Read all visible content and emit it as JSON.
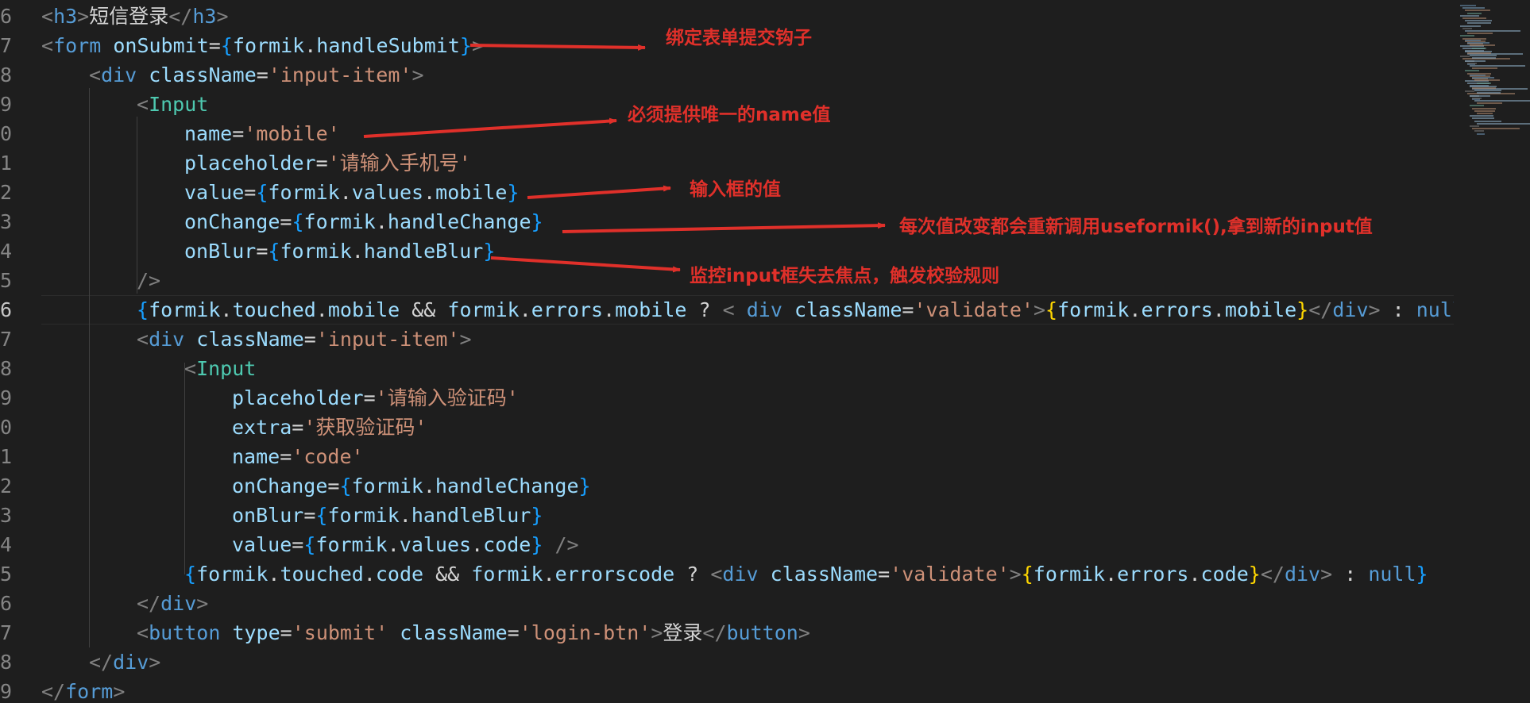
{
  "editor": {
    "lines": [
      {
        "n": "6",
        "tokens": [
          [
            "<",
            "t-br"
          ],
          [
            "h3",
            "t-tag"
          ],
          [
            ">",
            "t-br"
          ],
          [
            "短信登录",
            "t-txt"
          ],
          [
            "</",
            "t-br"
          ],
          [
            "h3",
            "t-tag"
          ],
          [
            ">",
            "t-br"
          ]
        ]
      },
      {
        "n": "7",
        "tokens": [
          [
            "<",
            "t-br"
          ],
          [
            "form",
            "t-tag"
          ],
          [
            " ",
            "t-txt"
          ],
          [
            "onSubmit",
            "t-attr"
          ],
          [
            "=",
            "t-txt"
          ],
          [
            "{",
            "t-b3"
          ],
          [
            "formik",
            "t-var"
          ],
          [
            ".",
            "t-txt"
          ],
          [
            "handleSubmit",
            "t-var"
          ],
          [
            "}",
            "t-b3"
          ],
          [
            ">",
            "t-br"
          ]
        ]
      },
      {
        "n": "8",
        "tokens": [
          [
            "<",
            "t-br"
          ],
          [
            "div",
            "t-tag"
          ],
          [
            " ",
            "t-txt"
          ],
          [
            "className",
            "t-attr"
          ],
          [
            "=",
            "t-txt"
          ],
          [
            "'input-item'",
            "t-str"
          ],
          [
            ">",
            "t-br"
          ]
        ]
      },
      {
        "n": "9",
        "tokens": [
          [
            "<",
            "t-br"
          ],
          [
            "Input",
            "t-comp"
          ]
        ]
      },
      {
        "n": "0",
        "tokens": [
          [
            "name",
            "t-attr"
          ],
          [
            "=",
            "t-txt"
          ],
          [
            "'mobile'",
            "t-str"
          ]
        ]
      },
      {
        "n": "1",
        "tokens": [
          [
            "placeholder",
            "t-attr"
          ],
          [
            "=",
            "t-txt"
          ],
          [
            "'请输入手机号'",
            "t-str"
          ]
        ]
      },
      {
        "n": "2",
        "tokens": [
          [
            "value",
            "t-attr"
          ],
          [
            "=",
            "t-txt"
          ],
          [
            "{",
            "t-b3"
          ],
          [
            "formik",
            "t-var"
          ],
          [
            ".",
            "t-txt"
          ],
          [
            "values",
            "t-var"
          ],
          [
            ".",
            "t-txt"
          ],
          [
            "mobile",
            "t-var"
          ],
          [
            "}",
            "t-b3"
          ]
        ]
      },
      {
        "n": "3",
        "tokens": [
          [
            "onChange",
            "t-attr"
          ],
          [
            "=",
            "t-txt"
          ],
          [
            "{",
            "t-b3"
          ],
          [
            "formik",
            "t-var"
          ],
          [
            ".",
            "t-txt"
          ],
          [
            "handleChange",
            "t-var"
          ],
          [
            "}",
            "t-b3"
          ]
        ]
      },
      {
        "n": "4",
        "tokens": [
          [
            "onBlur",
            "t-attr"
          ],
          [
            "=",
            "t-txt"
          ],
          [
            "{",
            "t-b3"
          ],
          [
            "formik",
            "t-var"
          ],
          [
            ".",
            "t-txt"
          ],
          [
            "handleBlur",
            "t-var"
          ],
          [
            "}",
            "t-b3"
          ]
        ]
      },
      {
        "n": "5",
        "tokens": [
          [
            "/>",
            "t-br"
          ]
        ]
      },
      {
        "n": "6",
        "current": true,
        "tokens": [
          [
            "{",
            "t-b3"
          ],
          [
            "formik",
            "t-var"
          ],
          [
            ".",
            "t-txt"
          ],
          [
            "touched",
            "t-var"
          ],
          [
            ".",
            "t-txt"
          ],
          [
            "mobile",
            "t-var"
          ],
          [
            " && ",
            "t-txt"
          ],
          [
            "formik",
            "t-var"
          ],
          [
            ".",
            "t-txt"
          ],
          [
            "errors",
            "t-var"
          ],
          [
            ".",
            "t-txt"
          ],
          [
            "mobile",
            "t-var"
          ],
          [
            " ? ",
            "t-txt"
          ],
          [
            "< ",
            "t-br"
          ],
          [
            "div",
            "t-tag"
          ],
          [
            " ",
            "t-txt"
          ],
          [
            "className",
            "t-attr"
          ],
          [
            "=",
            "t-txt"
          ],
          [
            "'validate'",
            "t-str"
          ],
          [
            ">",
            "t-br"
          ],
          [
            "{",
            "t-b1"
          ],
          [
            "formik",
            "t-var"
          ],
          [
            ".",
            "t-txt"
          ],
          [
            "errors",
            "t-var"
          ],
          [
            ".",
            "t-txt"
          ],
          [
            "mobile",
            "t-var"
          ],
          [
            "}",
            "t-b1"
          ],
          [
            "</",
            "t-br"
          ],
          [
            "div",
            "t-tag"
          ],
          [
            ">",
            "t-br"
          ],
          [
            " : ",
            "t-txt"
          ],
          [
            "null",
            "t-kw"
          ]
        ]
      },
      {
        "n": "7",
        "tokens": [
          [
            "<",
            "t-br"
          ],
          [
            "div",
            "t-tag"
          ],
          [
            " ",
            "t-txt"
          ],
          [
            "className",
            "t-attr"
          ],
          [
            "=",
            "t-txt"
          ],
          [
            "'input-item'",
            "t-str"
          ],
          [
            ">",
            "t-br"
          ]
        ]
      },
      {
        "n": "8",
        "tokens": [
          [
            "<",
            "t-br"
          ],
          [
            "Input",
            "t-comp"
          ]
        ]
      },
      {
        "n": "9",
        "tokens": [
          [
            "placeholder",
            "t-attr"
          ],
          [
            "=",
            "t-txt"
          ],
          [
            "'请输入验证码'",
            "t-str"
          ]
        ]
      },
      {
        "n": "0",
        "tokens": [
          [
            "extra",
            "t-attr"
          ],
          [
            "=",
            "t-txt"
          ],
          [
            "'获取验证码'",
            "t-str"
          ]
        ]
      },
      {
        "n": "1",
        "tokens": [
          [
            "name",
            "t-attr"
          ],
          [
            "=",
            "t-txt"
          ],
          [
            "'code'",
            "t-str"
          ]
        ]
      },
      {
        "n": "2",
        "tokens": [
          [
            "onChange",
            "t-attr"
          ],
          [
            "=",
            "t-txt"
          ],
          [
            "{",
            "t-b3"
          ],
          [
            "formik",
            "t-var"
          ],
          [
            ".",
            "t-txt"
          ],
          [
            "handleChange",
            "t-var"
          ],
          [
            "}",
            "t-b3"
          ]
        ]
      },
      {
        "n": "3",
        "tokens": [
          [
            "onBlur",
            "t-attr"
          ],
          [
            "=",
            "t-txt"
          ],
          [
            "{",
            "t-b3"
          ],
          [
            "formik",
            "t-var"
          ],
          [
            ".",
            "t-txt"
          ],
          [
            "handleBlur",
            "t-var"
          ],
          [
            "}",
            "t-b3"
          ]
        ]
      },
      {
        "n": "4",
        "tokens": [
          [
            "value",
            "t-attr"
          ],
          [
            "=",
            "t-txt"
          ],
          [
            "{",
            "t-b3"
          ],
          [
            "formik",
            "t-var"
          ],
          [
            ".",
            "t-txt"
          ],
          [
            "values",
            "t-var"
          ],
          [
            ".",
            "t-txt"
          ],
          [
            "code",
            "t-var"
          ],
          [
            "}",
            "t-b3"
          ],
          [
            " />",
            "t-br"
          ]
        ]
      },
      {
        "n": "5",
        "tokens": [
          [
            "{",
            "t-b3"
          ],
          [
            "formik",
            "t-var"
          ],
          [
            ".",
            "t-txt"
          ],
          [
            "touched",
            "t-var"
          ],
          [
            ".",
            "t-txt"
          ],
          [
            "code",
            "t-var"
          ],
          [
            " && ",
            "t-txt"
          ],
          [
            "formik",
            "t-var"
          ],
          [
            ".",
            "t-txt"
          ],
          [
            "errorscode",
            "t-var"
          ],
          [
            " ? ",
            "t-txt"
          ],
          [
            "<",
            "t-br"
          ],
          [
            "div",
            "t-tag"
          ],
          [
            " ",
            "t-txt"
          ],
          [
            "className",
            "t-attr"
          ],
          [
            "=",
            "t-txt"
          ],
          [
            "'validate'",
            "t-str"
          ],
          [
            ">",
            "t-br"
          ],
          [
            "{",
            "t-b1"
          ],
          [
            "formik",
            "t-var"
          ],
          [
            ".",
            "t-txt"
          ],
          [
            "errors",
            "t-var"
          ],
          [
            ".",
            "t-txt"
          ],
          [
            "code",
            "t-var"
          ],
          [
            "}",
            "t-b1"
          ],
          [
            "</",
            "t-br"
          ],
          [
            "div",
            "t-tag"
          ],
          [
            ">",
            "t-br"
          ],
          [
            " : ",
            "t-txt"
          ],
          [
            "null",
            "t-kw"
          ],
          [
            "}",
            "t-b3"
          ]
        ]
      },
      {
        "n": "6",
        "tokens": [
          [
            "</",
            "t-br"
          ],
          [
            "div",
            "t-tag"
          ],
          [
            ">",
            "t-br"
          ]
        ]
      },
      {
        "n": "7",
        "tokens": [
          [
            "<",
            "t-br"
          ],
          [
            "button",
            "t-tag"
          ],
          [
            " ",
            "t-txt"
          ],
          [
            "type",
            "t-attr"
          ],
          [
            "=",
            "t-txt"
          ],
          [
            "'submit'",
            "t-str"
          ],
          [
            " ",
            "t-txt"
          ],
          [
            "className",
            "t-attr"
          ],
          [
            "=",
            "t-txt"
          ],
          [
            "'login-btn'",
            "t-str"
          ],
          [
            ">",
            "t-br"
          ],
          [
            "登录",
            "t-txt"
          ],
          [
            "</",
            "t-br"
          ],
          [
            "button",
            "t-tag"
          ],
          [
            ">",
            "t-br"
          ]
        ]
      },
      {
        "n": "8",
        "tokens": [
          [
            "</",
            "t-br"
          ],
          [
            "div",
            "t-tag"
          ],
          [
            ">",
            "t-br"
          ]
        ]
      },
      {
        "n": "9",
        "tokens": [
          [
            "</",
            "t-br"
          ],
          [
            "form",
            "t-tag"
          ],
          [
            ">",
            "t-br"
          ]
        ]
      }
    ]
  },
  "annotations": {
    "arrow_color": "#e0302a",
    "notes": [
      "绑定表单提交钩子",
      "必须提供唯一的name值",
      "输入框的值",
      "每次值改变都会重新调用useformik(),拿到新的input值",
      "监控input框失去焦点，触发校验规则"
    ]
  }
}
